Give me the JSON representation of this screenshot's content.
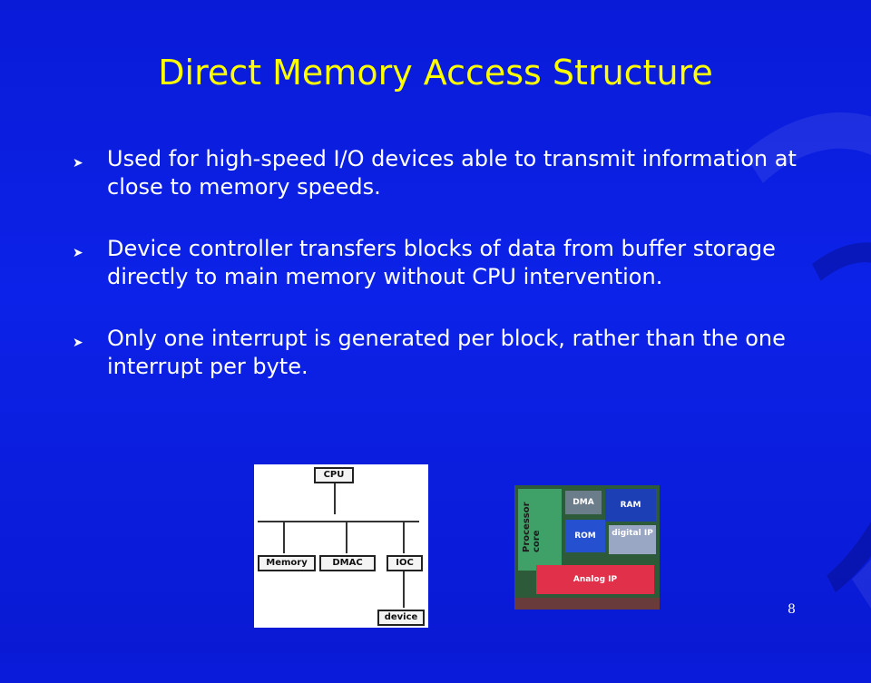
{
  "slide": {
    "title": "Direct Memory Access Structure",
    "bullets": [
      "Used for high-speed I/O devices able to transmit information at close to memory speeds.",
      "Device controller transfers blocks of data from buffer storage directly to main memory without CPU intervention.",
      "Only one interrupt is generated per block, rather than the one interrupt per byte."
    ],
    "bullet_icon": "right-arrowhead-icon",
    "page_number": "8"
  },
  "diagram": {
    "cpu": "CPU",
    "memory": "Memory",
    "dmac": "DMAC",
    "ioc": "IOC",
    "device": "device"
  },
  "chip": {
    "processor_core": "Processor core",
    "dma": "DMA",
    "ram": "RAM",
    "rom": "ROM",
    "digital_ip": "digital IP",
    "analog_ip": "Analog IP"
  },
  "colors": {
    "background": "#0c22e8",
    "title": "#ffff00",
    "text": "#ffffff"
  }
}
